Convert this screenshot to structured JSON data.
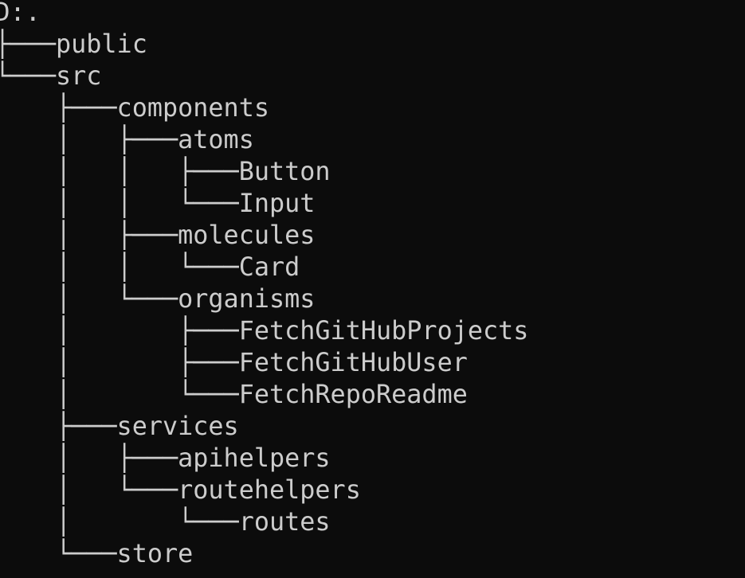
{
  "terminal": {
    "colors": {
      "background": "#0c0c0c",
      "text": "#cccccc"
    },
    "lines": [
      "D:.",
      "├───public",
      "└───src",
      "    ├───components",
      "    │   ├───atoms",
      "    │   │   ├───Button",
      "    │   │   └───Input",
      "    │   ├───molecules",
      "    │   │   └───Card",
      "    │   └───organisms",
      "    │       ├───FetchGitHubProjects",
      "    │       ├───FetchGitHubUser",
      "    │       └───FetchRepoReadme",
      "    ├───services",
      "    │   ├───apihelpers",
      "    │   └───routehelpers",
      "    │       └───routes",
      "    └───store"
    ]
  }
}
